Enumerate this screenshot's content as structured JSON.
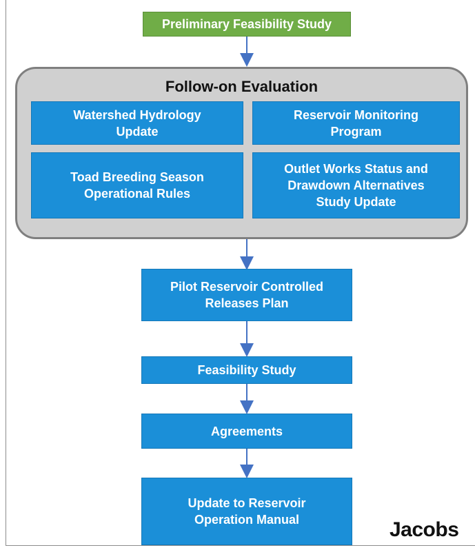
{
  "diagram": {
    "top_box": "Preliminary Feasibility Study",
    "group": {
      "title": "Follow-on Evaluation",
      "items": [
        "Watershed Hydrology\nUpdate",
        "Reservoir Monitoring\nProgram",
        "Toad Breeding Season\nOperational Rules",
        "Outlet Works Status and\nDrawdown Alternatives\nStudy Update"
      ]
    },
    "steps": [
      "Pilot Reservoir Controlled\nReleases Plan",
      "Feasibility Study",
      "Agreements",
      "Update to Reservoir\nOperation Manual"
    ],
    "colors": {
      "green": "#70ad47",
      "blue": "#1b8fd8",
      "group_fill": "#d0d0d0",
      "group_border": "#7f7f7f",
      "arrow": "#4472c4"
    }
  },
  "logo": {
    "text": "Jacobs"
  }
}
